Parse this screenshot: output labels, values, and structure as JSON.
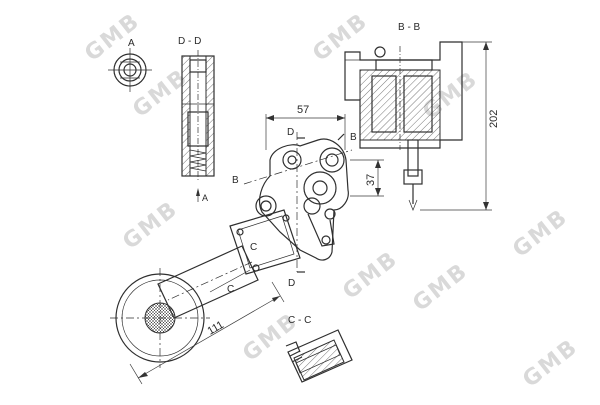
{
  "watermark": "GMB",
  "views": {
    "A": "A",
    "DD": "D - D",
    "BB": "B - B",
    "CC": "C - C"
  },
  "dimensions": {
    "d57": "57",
    "d37": "37",
    "d202": "202",
    "d111": "111"
  },
  "markers": {
    "A_arrow": "A",
    "B_left": "B",
    "B_right": "B",
    "D_top": "D",
    "D_bottom": "D",
    "C_left": "C",
    "C_right": "C"
  }
}
